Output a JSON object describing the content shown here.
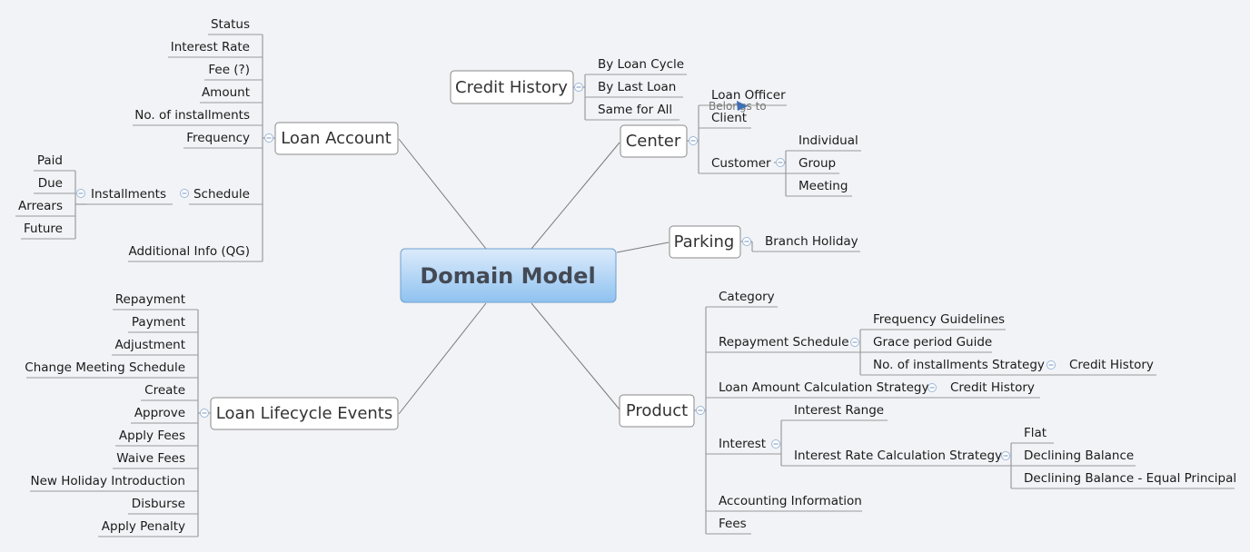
{
  "central": "Domain Model",
  "loan_account": {
    "title": "Loan Account",
    "items": [
      "Status",
      "Interest Rate",
      "Fee (?)",
      "Amount",
      "No. of installments",
      "Frequency",
      "Schedule",
      "Additional Info (QG)"
    ],
    "installments": "Installments",
    "installment_states": [
      "Paid",
      "Due",
      "Arrears",
      "Future"
    ]
  },
  "credit_history": {
    "title": "Credit History",
    "items": [
      "By Loan Cycle",
      "By Last Loan",
      "Same for All"
    ]
  },
  "center": {
    "title": "Center",
    "loan_officer": "Loan Officer",
    "belongs_to": "Belongs to",
    "client": "Client",
    "customer": "Customer",
    "customer_items": [
      "Individual",
      "Group",
      "Meeting"
    ]
  },
  "parking": {
    "title": "Parking",
    "items": [
      "Branch Holiday"
    ]
  },
  "loan_lifecycle": {
    "title": "Loan Lifecycle Events",
    "items": [
      "Repayment",
      "Payment",
      "Adjustment",
      "Change Meeting Schedule",
      "Create",
      "Approve",
      "Apply Fees",
      "Waive Fees",
      "New Holiday Introduction",
      "Disburse",
      "Apply Penalty"
    ]
  },
  "product": {
    "title": "Product",
    "category": "Category",
    "repayment_schedule": "Repayment Schedule",
    "repayment_items": [
      "Frequency Guidelines",
      "Grace period Guide",
      "No. of installments Strategy"
    ],
    "installments_credit_history": "Credit History",
    "loan_amount_strategy": "Loan Amount Calculation Strategy",
    "loan_amount_credit_history": "Credit History",
    "interest": "Interest",
    "interest_range": "Interest Range",
    "interest_rate_strategy": "Interest Rate Calculation Strategy",
    "interest_rate_items": [
      "Flat",
      "Declining Balance",
      "Declining Balance - Equal Principal"
    ],
    "accounting": "Accounting Information",
    "fees": "Fees"
  }
}
